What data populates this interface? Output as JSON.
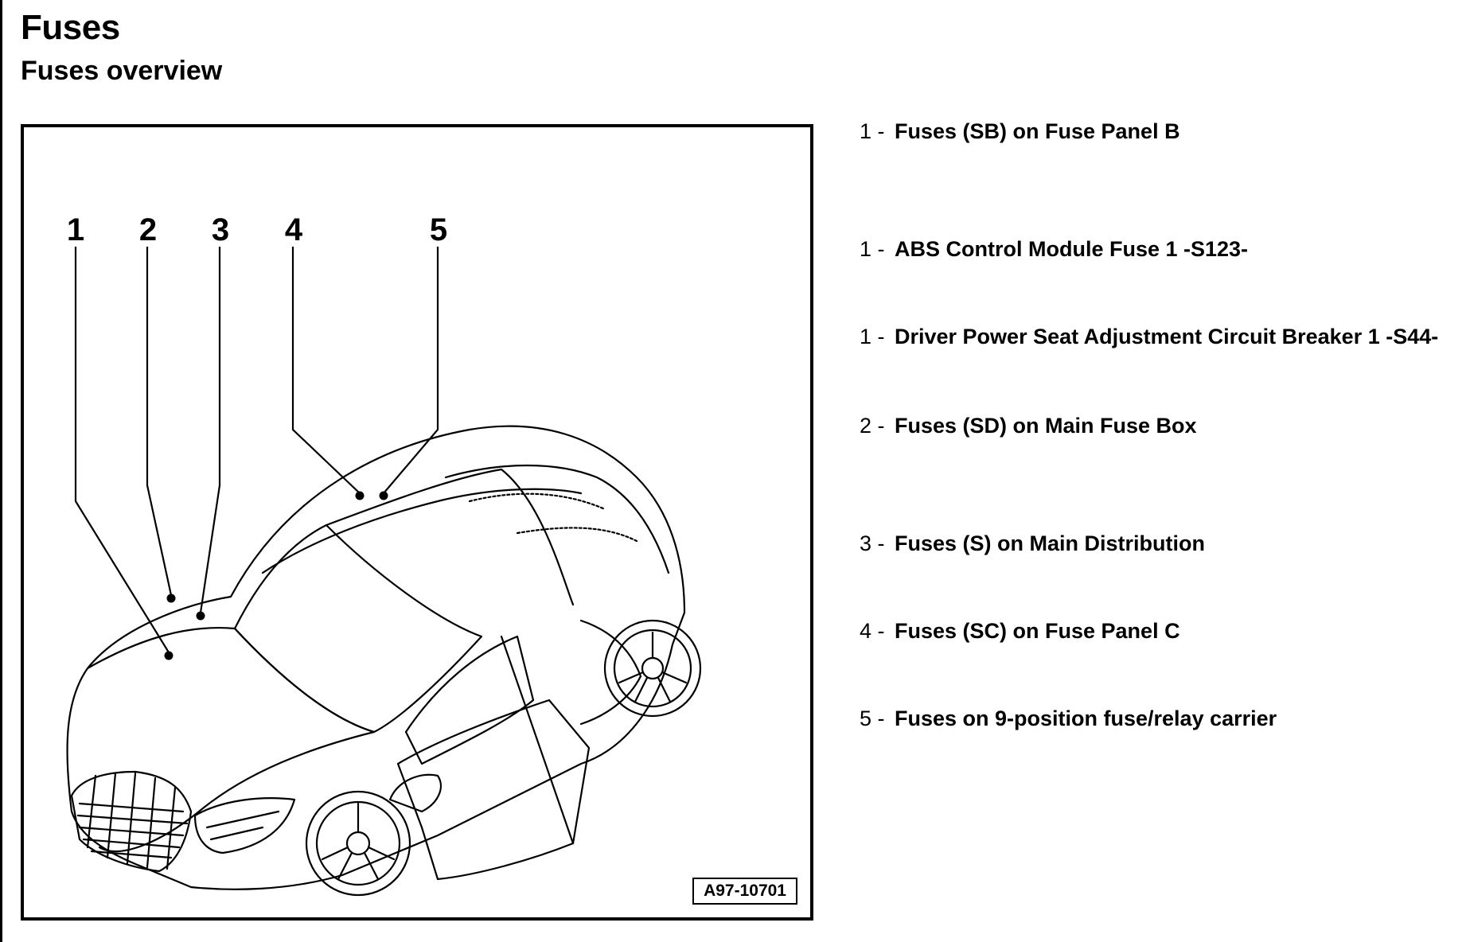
{
  "header": {
    "title": "Fuses",
    "subtitle": "Fuses overview"
  },
  "figure": {
    "callouts": [
      "1",
      "2",
      "3",
      "4",
      "5"
    ],
    "figure_id": "A97-10701"
  },
  "legend": [
    {
      "number": "1 -",
      "text": "Fuses (SB) on Fuse Panel B"
    },
    {
      "number": "1 -",
      "text": "ABS Control Module Fuse 1 -S123-"
    },
    {
      "number": "1 -",
      "text": "Driver Power Seat Adjustment Circuit Breaker 1 -S44-"
    },
    {
      "number": "2 -",
      "text": "Fuses (SD) on Main Fuse Box"
    },
    {
      "number": "3 -",
      "text": "Fuses (S) on Main Distribution"
    },
    {
      "number": "4 -",
      "text": "Fuses (SC) on Fuse Panel C"
    },
    {
      "number": "5 -",
      "text": "Fuses on 9-position fuse/relay carrier"
    }
  ]
}
